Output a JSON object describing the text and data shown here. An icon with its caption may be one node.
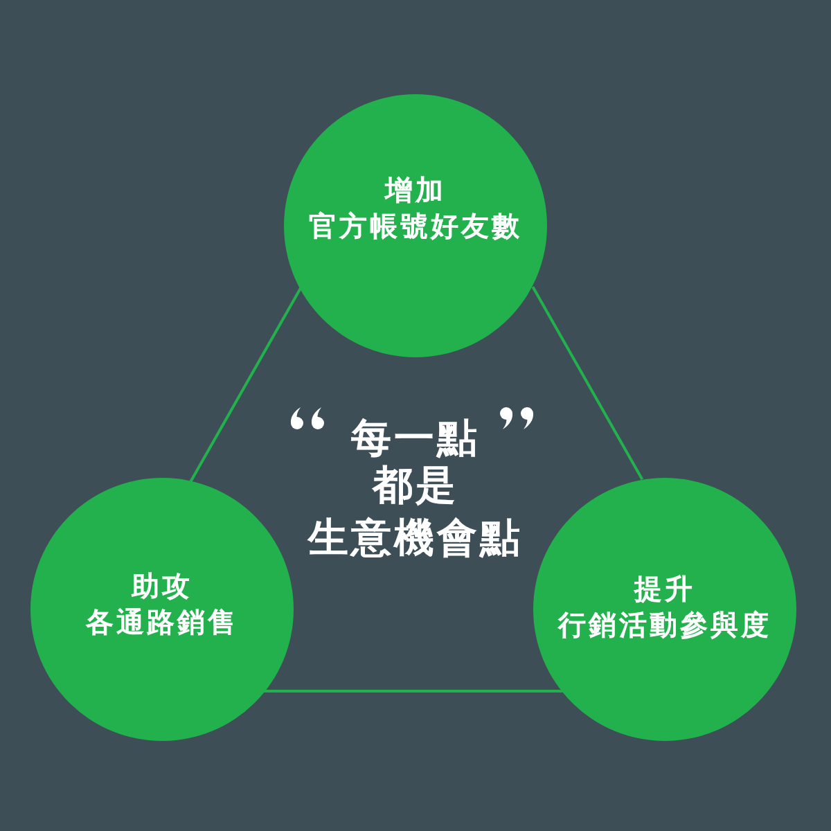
{
  "diagram": {
    "nodes": [
      {
        "text": [
          "增加",
          "官方帳號好友數"
        ]
      },
      {
        "text": [
          "助攻",
          "各通路銷售"
        ]
      },
      {
        "text": [
          "提升",
          "行銷活動參與度"
        ]
      }
    ],
    "edges": [
      {
        "from": 0,
        "to": 1,
        "arrow": "none"
      },
      {
        "from": 0,
        "to": 2,
        "arrow": "none"
      },
      {
        "from": 1,
        "to": 2,
        "arrow": "none"
      }
    ],
    "labels": [
      "每一點",
      "都是",
      "生意機會點"
    ]
  }
}
